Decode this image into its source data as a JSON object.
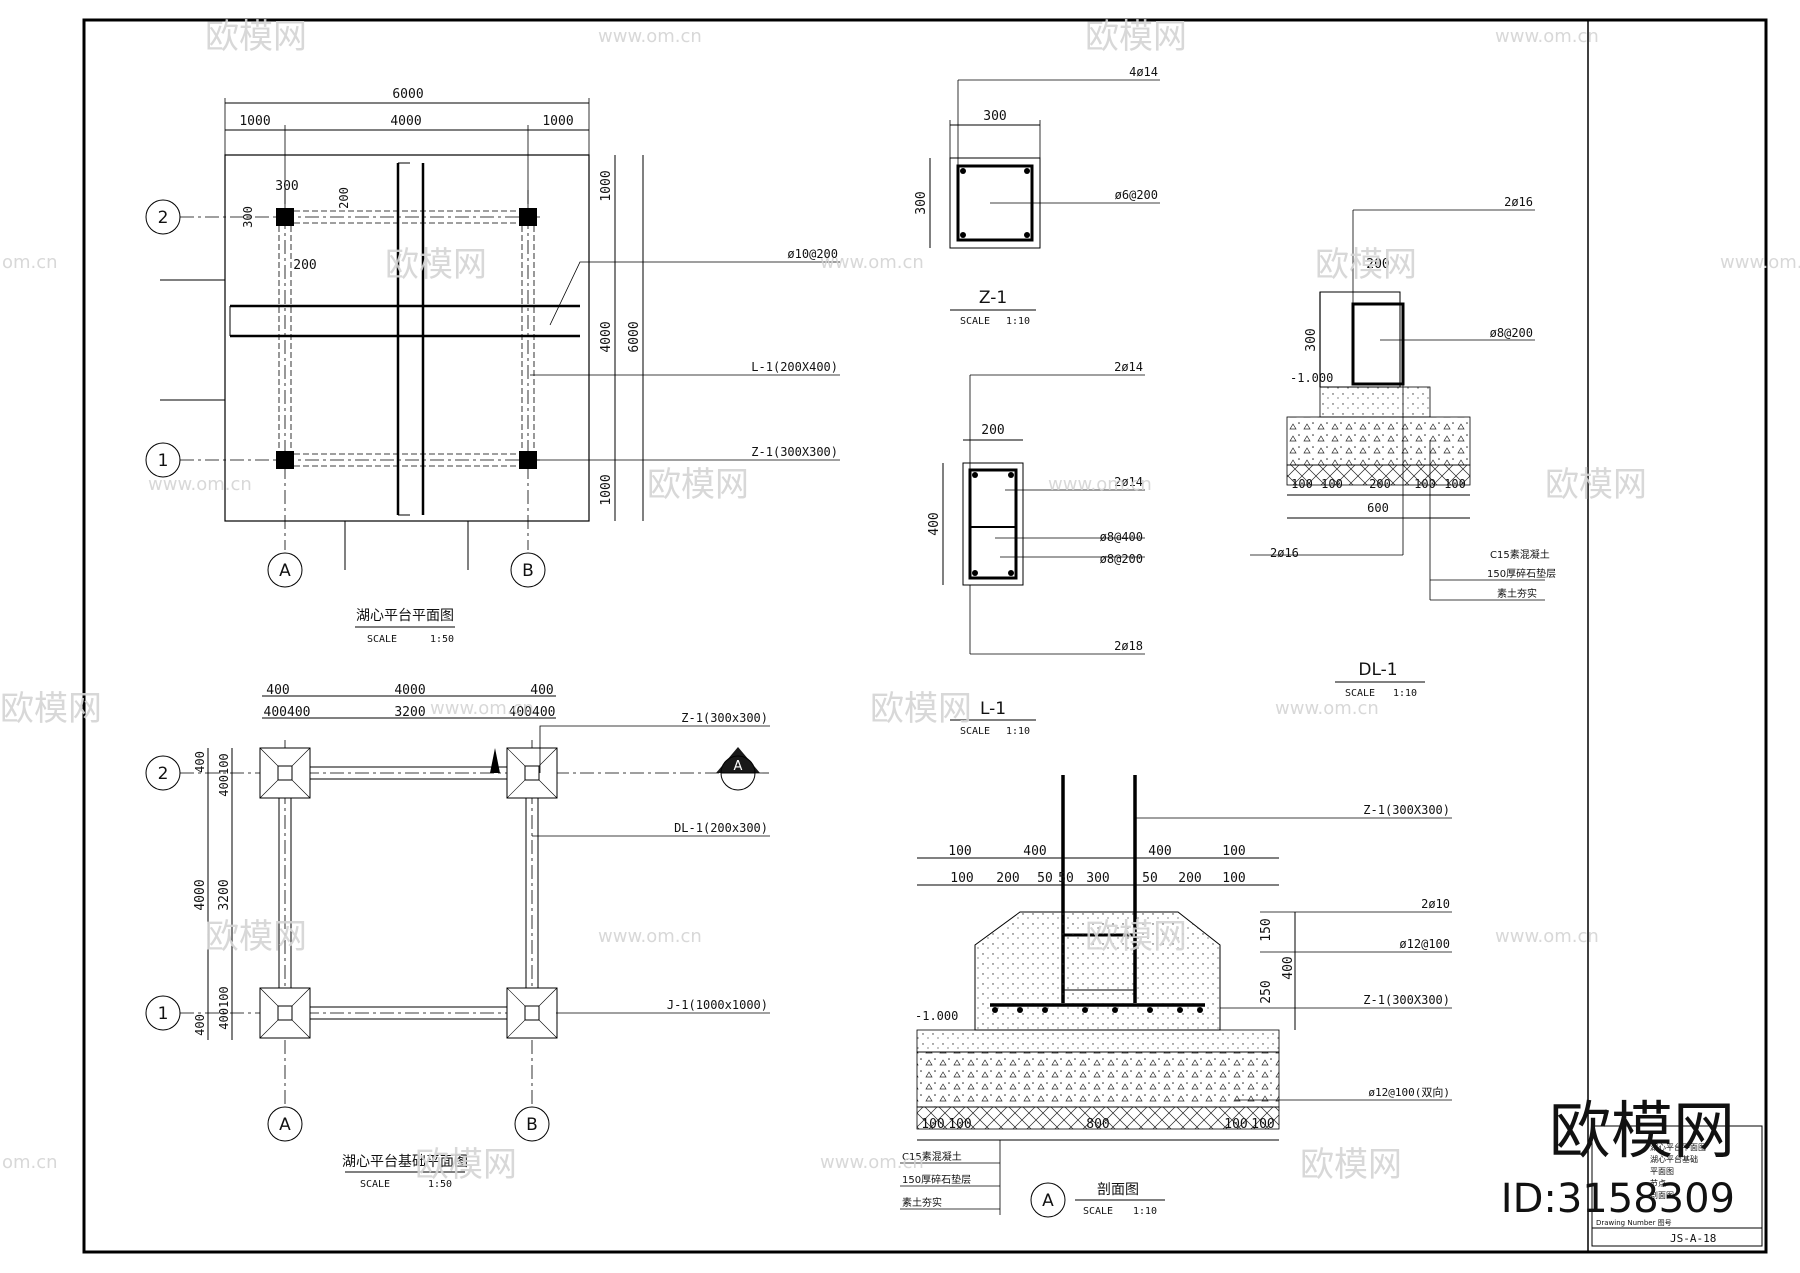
{
  "plan": {
    "title": "湖心平台平面图",
    "scale_label": "SCALE",
    "scale": "1:50",
    "dim_total": "6000",
    "dim_left": "1000",
    "dim_mid": "4000",
    "dim_right": "1000",
    "dim_col": "300",
    "dim_col_v": "300",
    "dim_200a": "200",
    "dim_200b": "200",
    "dim_r1": "1000",
    "dim_r2": "4000",
    "dim_r3": "1000",
    "dim_r_total": "6000",
    "callout_rebar": "ø10@200",
    "callout_beam": "L-1(200X400)",
    "callout_col": "Z-1(300X300)",
    "axis_2": "2",
    "axis_1": "1",
    "axis_a": "A",
    "axis_b": "B"
  },
  "foundation_plan": {
    "title": "湖心平台基础平面图",
    "scale_label": "SCALE",
    "scale": "1:50",
    "dim_l": "400",
    "dim_m": "4000",
    "dim_r": "400",
    "dim_l2": "400400",
    "dim_m2": "3200",
    "dim_r2": "400400",
    "dim_v1": "400",
    "dim_v2": "400100",
    "dim_v3": "4000",
    "dim_v4": "3200",
    "dim_v5": "400100",
    "dim_v6": "400",
    "callout_col": "Z-1(300x300)",
    "callout_beam": "DL-1(200x300)",
    "callout_footing": "J-1(1000x1000)",
    "section_mark": "A",
    "axis_2": "2",
    "axis_1": "1",
    "axis_a": "A",
    "axis_b": "B"
  },
  "z1": {
    "title": "Z-1",
    "scale_label": "SCALE",
    "scale": "1:10",
    "dim_w": "300",
    "dim_h": "300",
    "rebar_top": "4ø14",
    "stirrup": "ø6@200"
  },
  "l1": {
    "title": "L-1",
    "scale_label": "SCALE",
    "scale": "1:10",
    "dim_w": "200",
    "dim_h": "400",
    "rebar_top": "2ø14",
    "rebar_mid": "2ø14",
    "tie": "ø8@400",
    "stirrup": "ø8@200",
    "rebar_bot": "2ø18"
  },
  "dl1": {
    "title": "DL-1",
    "scale_label": "SCALE",
    "scale": "1:10",
    "dim_w": "200",
    "dim_h": "300",
    "level": "-1.000",
    "rebar_top": "2ø16",
    "stirrup": "ø8@200",
    "rebar_bot": "2ø16",
    "dims_bottom": [
      "100",
      "100",
      "200",
      "100",
      "100"
    ],
    "dim_total": "600",
    "layer1": "C15素混凝土",
    "layer2": "150厚碎石垫层",
    "layer3": "素土夯实"
  },
  "section": {
    "title": "剖面图",
    "mark": "A",
    "scale_label": "SCALE",
    "scale": "1:10",
    "dims_top1": [
      "100",
      "400",
      "400",
      "100"
    ],
    "dims_top2": [
      "100",
      "200",
      "50",
      "50",
      "300",
      "50",
      "200",
      "100"
    ],
    "dims_bottom": [
      "100",
      "100",
      "800",
      "100",
      "100"
    ],
    "dim_v1": "150",
    "dim_v2": "400",
    "dim_v3": "250",
    "level": "-1.000",
    "callout_col_top": "Z-1(300X300)",
    "callout_bar": "2ø10",
    "callout_stirrup": "ø12@100",
    "callout_col_mid": "Z-1(300X300)",
    "callout_mesh": "ø12@100(双向)",
    "layer1": "C15素混凝土",
    "layer2": "150厚碎石垫层",
    "layer3": "素土夯实"
  },
  "title_block": {
    "drawing_number_label": "Drawing Number 图号",
    "drawing_number": "JS-A-18",
    "rows": [
      "湖心平台平面图",
      "湖心平台基础",
      "平面图",
      "节点",
      "剖面图"
    ]
  },
  "watermark": {
    "brand": "欧模网",
    "site": "www.om.cn",
    "site_short": "om.cn",
    "brand_big": "欧模网",
    "id": "ID:3158309"
  }
}
